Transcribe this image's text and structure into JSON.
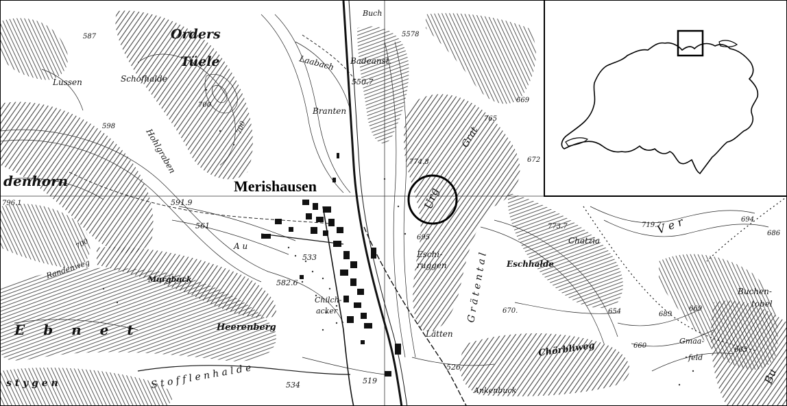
{
  "map": {
    "town": "Merishausen",
    "places": [
      {
        "id": "orderstuele-1",
        "text": "Orders"
      },
      {
        "id": "orderstuele-2",
        "text": "Tüele"
      },
      {
        "id": "schofhalde",
        "text": "Schofhalde"
      },
      {
        "id": "lussen",
        "text": "Lussen"
      },
      {
        "id": "laabach",
        "text": "Laabach"
      },
      {
        "id": "badeanst",
        "text": "Badeanst."
      },
      {
        "id": "buch",
        "text": "Buch"
      },
      {
        "id": "branten",
        "text": "Branten"
      },
      {
        "id": "hohlgraben",
        "text": "Hohlgraben"
      },
      {
        "id": "denhorn",
        "text": "denhorn"
      },
      {
        "id": "au",
        "text": "A u"
      },
      {
        "id": "randenweg",
        "text": "Randenweg"
      },
      {
        "id": "murgbuck",
        "text": "Murgbuck"
      },
      {
        "id": "ebnet",
        "text": "E b n e t"
      },
      {
        "id": "heerenberg",
        "text": "Heerenberg"
      },
      {
        "id": "chilchacker-1",
        "text": "Chilch-"
      },
      {
        "id": "chilchacker-2",
        "text": "acker"
      },
      {
        "id": "stofflenhalde",
        "text": "S t o f f l e n h a l d e"
      },
      {
        "id": "steigen",
        "text": "s t y g e n"
      },
      {
        "id": "latten",
        "text": "Lätten"
      },
      {
        "id": "eschiruggen-1",
        "text": "Eschi-"
      },
      {
        "id": "eschiruggen-2",
        "text": "ruggen"
      },
      {
        "id": "eschhalde",
        "text": "Eschhalde"
      },
      {
        "id": "chaibhalde",
        "text": "Chatzia"
      },
      {
        "id": "grat",
        "text": "Grat"
      },
      {
        "id": "graetental",
        "text": "G r ä t e n t a l"
      },
      {
        "id": "chorbliweg",
        "text": "Chörbliweg"
      },
      {
        "id": "gmaafeld-1",
        "text": "Gmaa-"
      },
      {
        "id": "gmaafeld-2",
        "text": "feld"
      },
      {
        "id": "ankenbuck",
        "text": "Ankenbuck"
      },
      {
        "id": "buchen-1",
        "text": "Buchen-"
      },
      {
        "id": "buchen-2",
        "text": "tobel"
      },
      {
        "id": "urg",
        "text": "Urg"
      },
      {
        "id": "verte",
        "text": "V e r"
      },
      {
        "id": "bu",
        "text": "Bu"
      }
    ],
    "elevations": [
      {
        "id": "e587",
        "text": "587"
      },
      {
        "id": "e700a",
        "text": "700"
      },
      {
        "id": "e700b",
        "text": "700"
      },
      {
        "id": "e598",
        "text": "598"
      },
      {
        "id": "e5507",
        "text": "550.7"
      },
      {
        "id": "e5578",
        "text": "5578"
      },
      {
        "id": "e7961",
        "text": "796.1"
      },
      {
        "id": "e5919",
        "text": "591.9"
      },
      {
        "id": "e561",
        "text": "561"
      },
      {
        "id": "e533",
        "text": "533"
      },
      {
        "id": "e5826",
        "text": "582.6"
      },
      {
        "id": "e700c",
        "text": "700"
      },
      {
        "id": "e534",
        "text": "534"
      },
      {
        "id": "e519",
        "text": "519"
      },
      {
        "id": "e526",
        "text": "526"
      },
      {
        "id": "e695",
        "text": "695"
      },
      {
        "id": "e7748",
        "text": "774.8"
      },
      {
        "id": "e7737",
        "text": "773.7"
      },
      {
        "id": "e7197",
        "text": "719.7"
      },
      {
        "id": "e694",
        "text": "694"
      },
      {
        "id": "e686",
        "text": "686"
      },
      {
        "id": "e689",
        "text": "689"
      },
      {
        "id": "e669",
        "text": "669"
      },
      {
        "id": "e654",
        "text": "654"
      },
      {
        "id": "e670",
        "text": "670."
      },
      {
        "id": "e665",
        "text": "665"
      },
      {
        "id": "e660",
        "text": "660"
      },
      {
        "id": "e765",
        "text": "765"
      },
      {
        "id": "e669b",
        "text": "669"
      },
      {
        "id": "e672",
        "text": "672"
      }
    ],
    "line_color": "#111111",
    "paper_color": "#ffffff"
  },
  "inset": {
    "label": "Switzerland overview",
    "outline_color": "#000000"
  }
}
